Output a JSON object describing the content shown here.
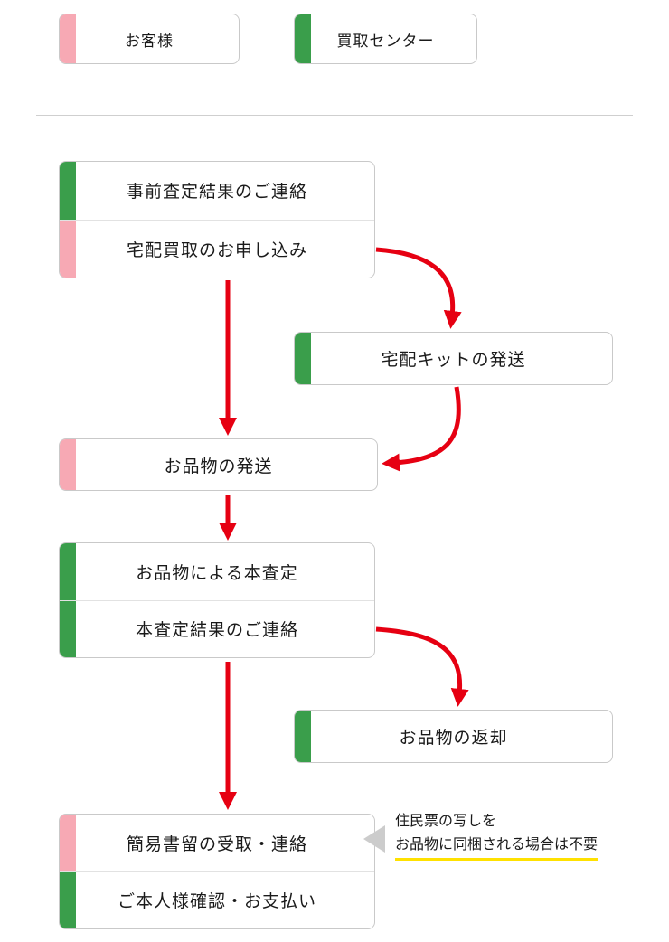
{
  "legend": {
    "customer": "お客様",
    "center": "買取センター"
  },
  "steps": {
    "pre_assessment_notice": "事前査定結果のご連絡",
    "delivery_application": "宅配買取のお申し込み",
    "kit_shipping": "宅配キットの発送",
    "item_shipping": "お品物の発送",
    "final_assessment": "お品物による本査定",
    "assessment_result_notice": "本査定結果のご連絡",
    "item_return": "お品物の返却",
    "registered_mail_receipt": "簡易書留の受取・連絡",
    "identity_check_payment": "ご本人様確認・お支払い"
  },
  "note": {
    "line1": "住民票の写しを",
    "line2": "お品物に同梱される場合は不要"
  },
  "colors": {
    "customer_accent": "#f7a9b4",
    "center_accent": "#3a9e4b",
    "arrow": "#e60012",
    "note_highlight": "#ffe100",
    "pointer_gray": "#cccccc"
  }
}
